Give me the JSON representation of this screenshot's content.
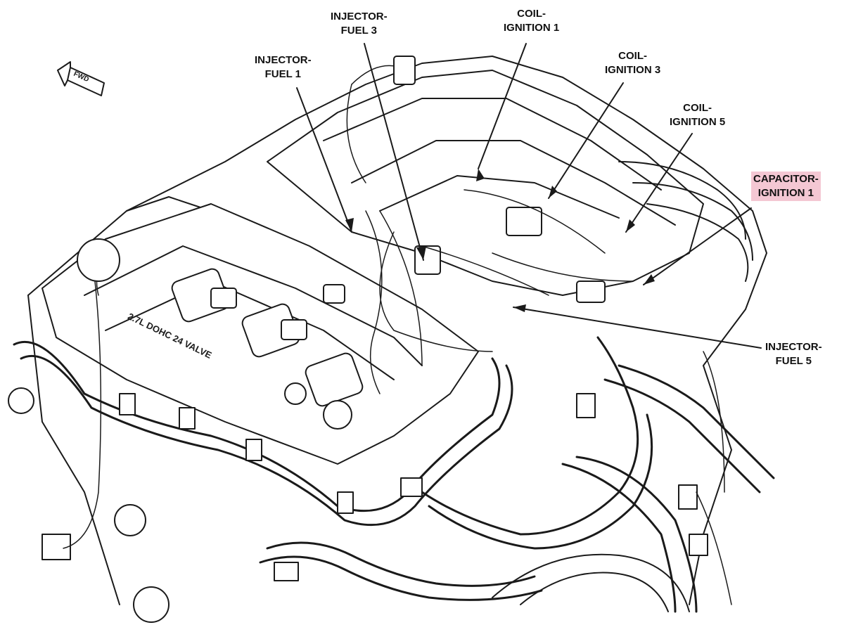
{
  "labels": {
    "injector_fuel_3": [
      "INJECTOR-",
      "FUEL 3"
    ],
    "coil_ignition_1": [
      "COIL-",
      "IGNITION 1"
    ],
    "coil_ignition_3": [
      "COIL-",
      "IGNITION 3"
    ],
    "injector_fuel_1": [
      "INJECTOR-",
      "FUEL 1"
    ],
    "coil_ignition_5": [
      "COIL-",
      "IGNITION 5"
    ],
    "capacitor_ignition_1": [
      "CAPACITOR-",
      "IGNITION 1"
    ],
    "injector_fuel_5": [
      "INJECTOR-",
      "FUEL 5"
    ]
  },
  "fwd_arrow_text": "FWD",
  "engine_cover_text": "2.7L DOHC 24 VALVE",
  "colors": {
    "line": "#1a1a1a",
    "highlight": "#f4c7d3"
  }
}
